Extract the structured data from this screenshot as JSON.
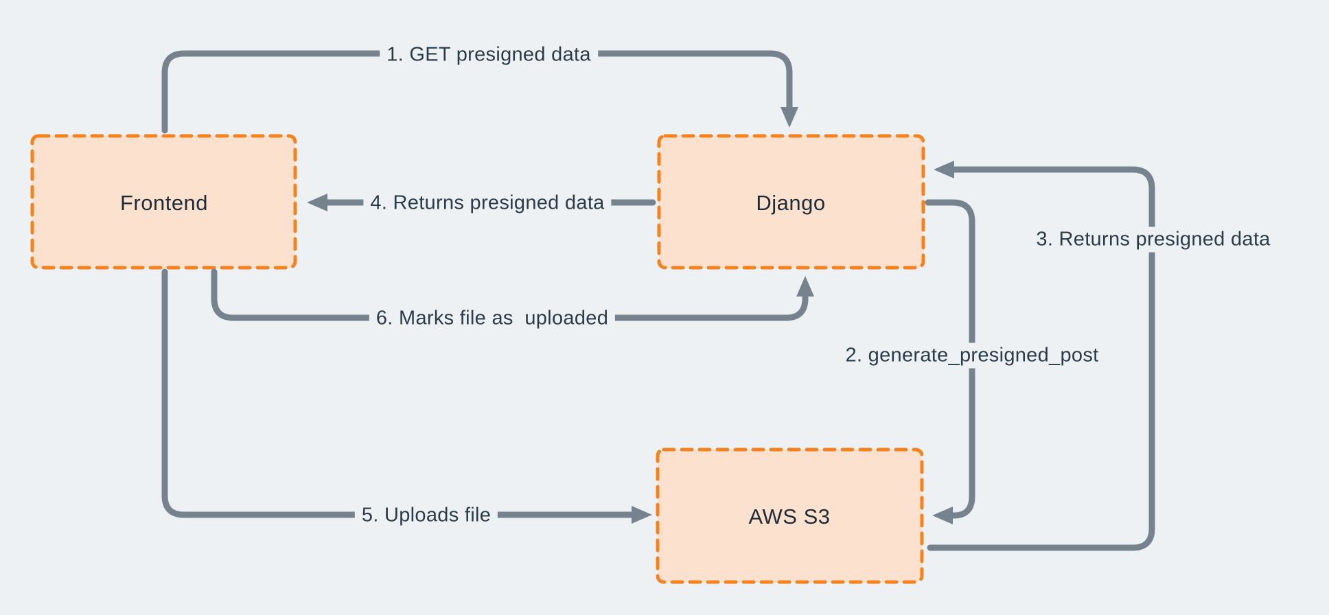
{
  "diagram": {
    "colors": {
      "background": "#edf1f4",
      "node_fill": "#fce1ce",
      "node_border": "#f5821f",
      "line": "#76838f",
      "text": "#2c3b49"
    },
    "nodes": [
      {
        "label": "Frontend"
      },
      {
        "label": "Django"
      },
      {
        "label": "AWS S3"
      }
    ],
    "edges": [
      {
        "label": "1. GET presigned data",
        "from": "Frontend",
        "to": "Django"
      },
      {
        "label": "2. generate_presigned_post",
        "from": "Django",
        "to": "AWS S3"
      },
      {
        "label": "3. Returns presigned data",
        "from": "AWS S3",
        "to": "Django"
      },
      {
        "label": "4. Returns presigned data",
        "from": "Django",
        "to": "Frontend"
      },
      {
        "label": "5. Uploads file",
        "from": "Frontend",
        "to": "AWS S3"
      },
      {
        "label": "6. Marks file as  uploaded",
        "from": "Frontend",
        "to": "Django"
      }
    ]
  }
}
